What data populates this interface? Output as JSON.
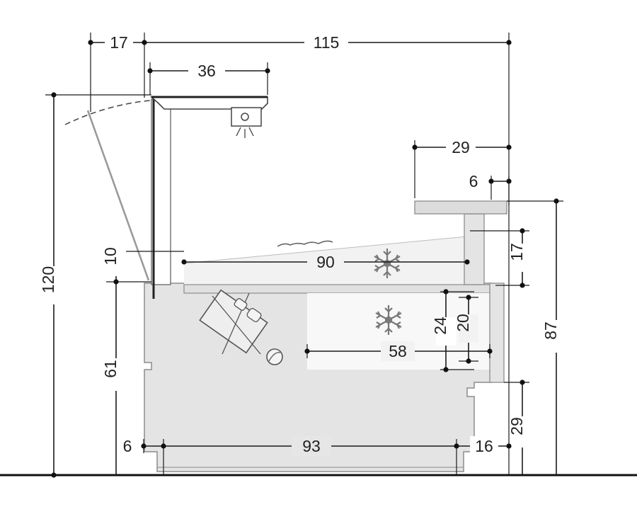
{
  "diagram": {
    "colors": {
      "body": "#e4e4e4",
      "body_edge": "#8c8c8c",
      "cold_zone": "#f6f6f6",
      "line": "#1a1a1a",
      "floor": "#111111"
    },
    "icons": [
      "snowflake-icon",
      "snowflake-icon",
      "lamp-icon",
      "compressor-icon"
    ],
    "dimensions": {
      "d17_top": "17",
      "d115": "115",
      "d36": "36",
      "d120": "120",
      "d29_top": "29",
      "d6_right": "6",
      "d90": "90",
      "d10": "10",
      "d17_right": "17",
      "d24": "24",
      "d20": "20",
      "d87": "87",
      "d58": "58",
      "d61": "61",
      "d29_bottom": "29",
      "d6_bottom": "6",
      "d93": "93",
      "d16": "16"
    }
  }
}
